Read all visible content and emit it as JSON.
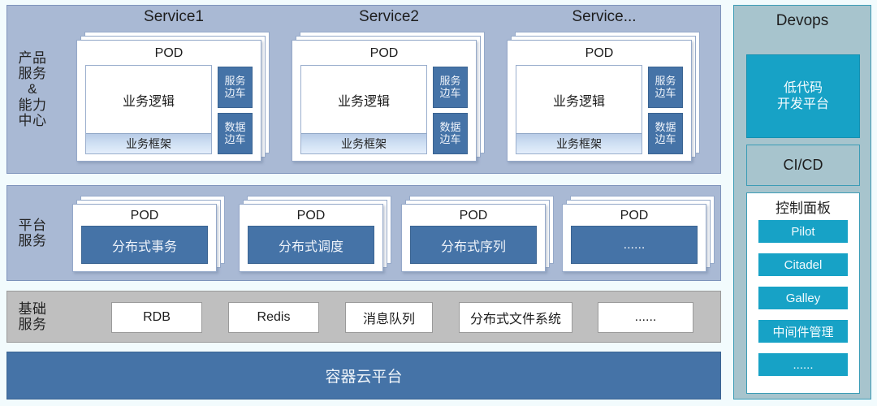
{
  "rows": {
    "products": {
      "label_lines": [
        "产品",
        "服务",
        "&",
        "能力",
        "中心"
      ],
      "services": [
        {
          "title": "Service1",
          "pod_label": "POD",
          "business_logic": "业务逻辑",
          "business_framework": "业务框架",
          "sidecars": [
            {
              "lines": [
                "服务",
                "边车"
              ]
            },
            {
              "lines": [
                "数据",
                "边车"
              ]
            }
          ]
        },
        {
          "title": "Service2",
          "pod_label": "POD",
          "business_logic": "业务逻辑",
          "business_framework": "业务框架",
          "sidecars": [
            {
              "lines": [
                "服务",
                "边车"
              ]
            },
            {
              "lines": [
                "数据",
                "边车"
              ]
            }
          ]
        },
        {
          "title": "Service...",
          "pod_label": "POD",
          "business_logic": "业务逻辑",
          "business_framework": "业务框架",
          "sidecars": [
            {
              "lines": [
                "服务",
                "边车"
              ]
            },
            {
              "lines": [
                "数据",
                "边车"
              ]
            }
          ]
        }
      ]
    },
    "platform": {
      "label_lines": [
        "平台",
        "服务"
      ],
      "pods": [
        {
          "pod_label": "POD",
          "name": "分布式事务"
        },
        {
          "pod_label": "POD",
          "name": "分布式调度"
        },
        {
          "pod_label": "POD",
          "name": "分布式序列"
        },
        {
          "pod_label": "POD",
          "name": "......"
        }
      ]
    },
    "infrastructure": {
      "label_lines": [
        "基础",
        "服务"
      ],
      "items": [
        "RDB",
        "Redis",
        "消息队列",
        "分布式文件系统",
        "......"
      ]
    },
    "container_platform": {
      "label": "容器云平台"
    }
  },
  "devops": {
    "title": "Devops",
    "lowcode": {
      "lines": [
        "低代码",
        "开发平台"
      ]
    },
    "cicd": "CI/CD",
    "control_panel": {
      "title": "控制面板",
      "items": [
        "Pilot",
        "Citadel",
        "Galley",
        "中间件管理",
        "......"
      ]
    }
  },
  "colors": {
    "page_background": "#f2fbfd",
    "band_blue": "#a9b9d4",
    "band_gray": "#bfbfbf",
    "steel_blue": "#4573a7",
    "devops_panel": "#a7c4cd",
    "cyan": "#17a2c6",
    "card_white": "#ffffff"
  }
}
